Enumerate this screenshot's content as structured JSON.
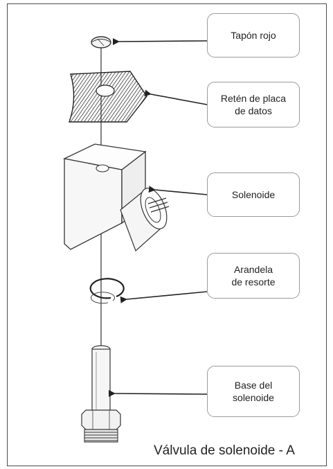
{
  "labels": {
    "tapon": "Tapón rojo",
    "reten": "Retén de placa\nde datos",
    "solenoide": "Solenoide",
    "arandela": "Arandela\nde resorte",
    "base": "Base del\nsolenoide"
  },
  "caption": "Válvula de solenoide - A"
}
